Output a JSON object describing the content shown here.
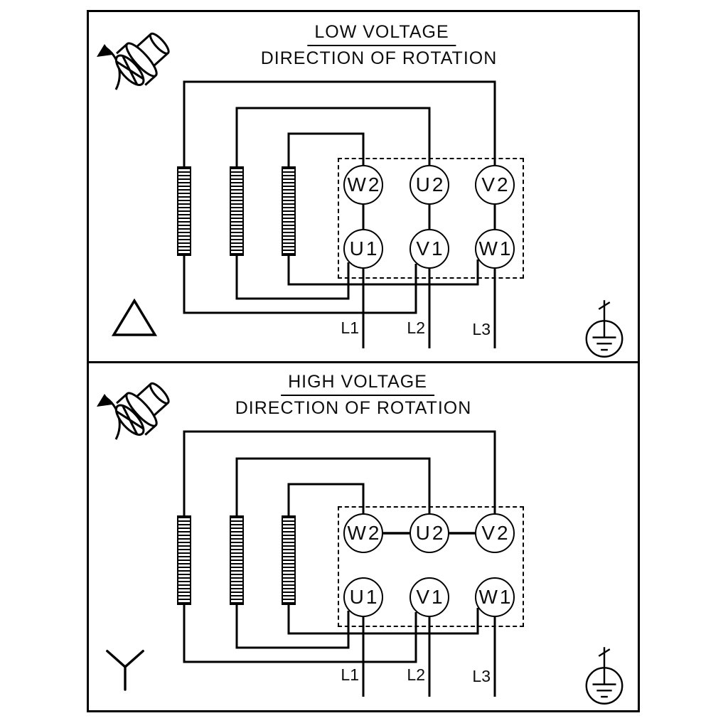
{
  "diagram": {
    "kind": "motor-terminal-wiring-diagram",
    "background_color": "#ffffff",
    "line_color": "#000000"
  },
  "panels": [
    {
      "id": "low-voltage",
      "title": "LOW VOLTAGE",
      "subtitle": "DIRECTION OF ROTATION",
      "connection": "delta",
      "terminals_top": [
        "W2",
        "U2",
        "V2"
      ],
      "terminals_bottom": [
        "U1",
        "V1",
        "W1"
      ],
      "lines": [
        "L1",
        "L2",
        "L3"
      ]
    },
    {
      "id": "high-voltage",
      "title": "HIGH VOLTAGE",
      "subtitle": "DIRECTION OF ROTATION",
      "connection": "star",
      "terminals_top": [
        "W2",
        "U2",
        "V2"
      ],
      "terminals_bottom": [
        "U1",
        "V1",
        "W1"
      ],
      "lines": [
        "L1",
        "L2",
        "L3"
      ]
    }
  ],
  "icons": {
    "rotation": "shaft-rotation-direction",
    "delta": "delta-connection-symbol",
    "star": "star-connection-symbol",
    "ground": "protective-earth-ground"
  }
}
